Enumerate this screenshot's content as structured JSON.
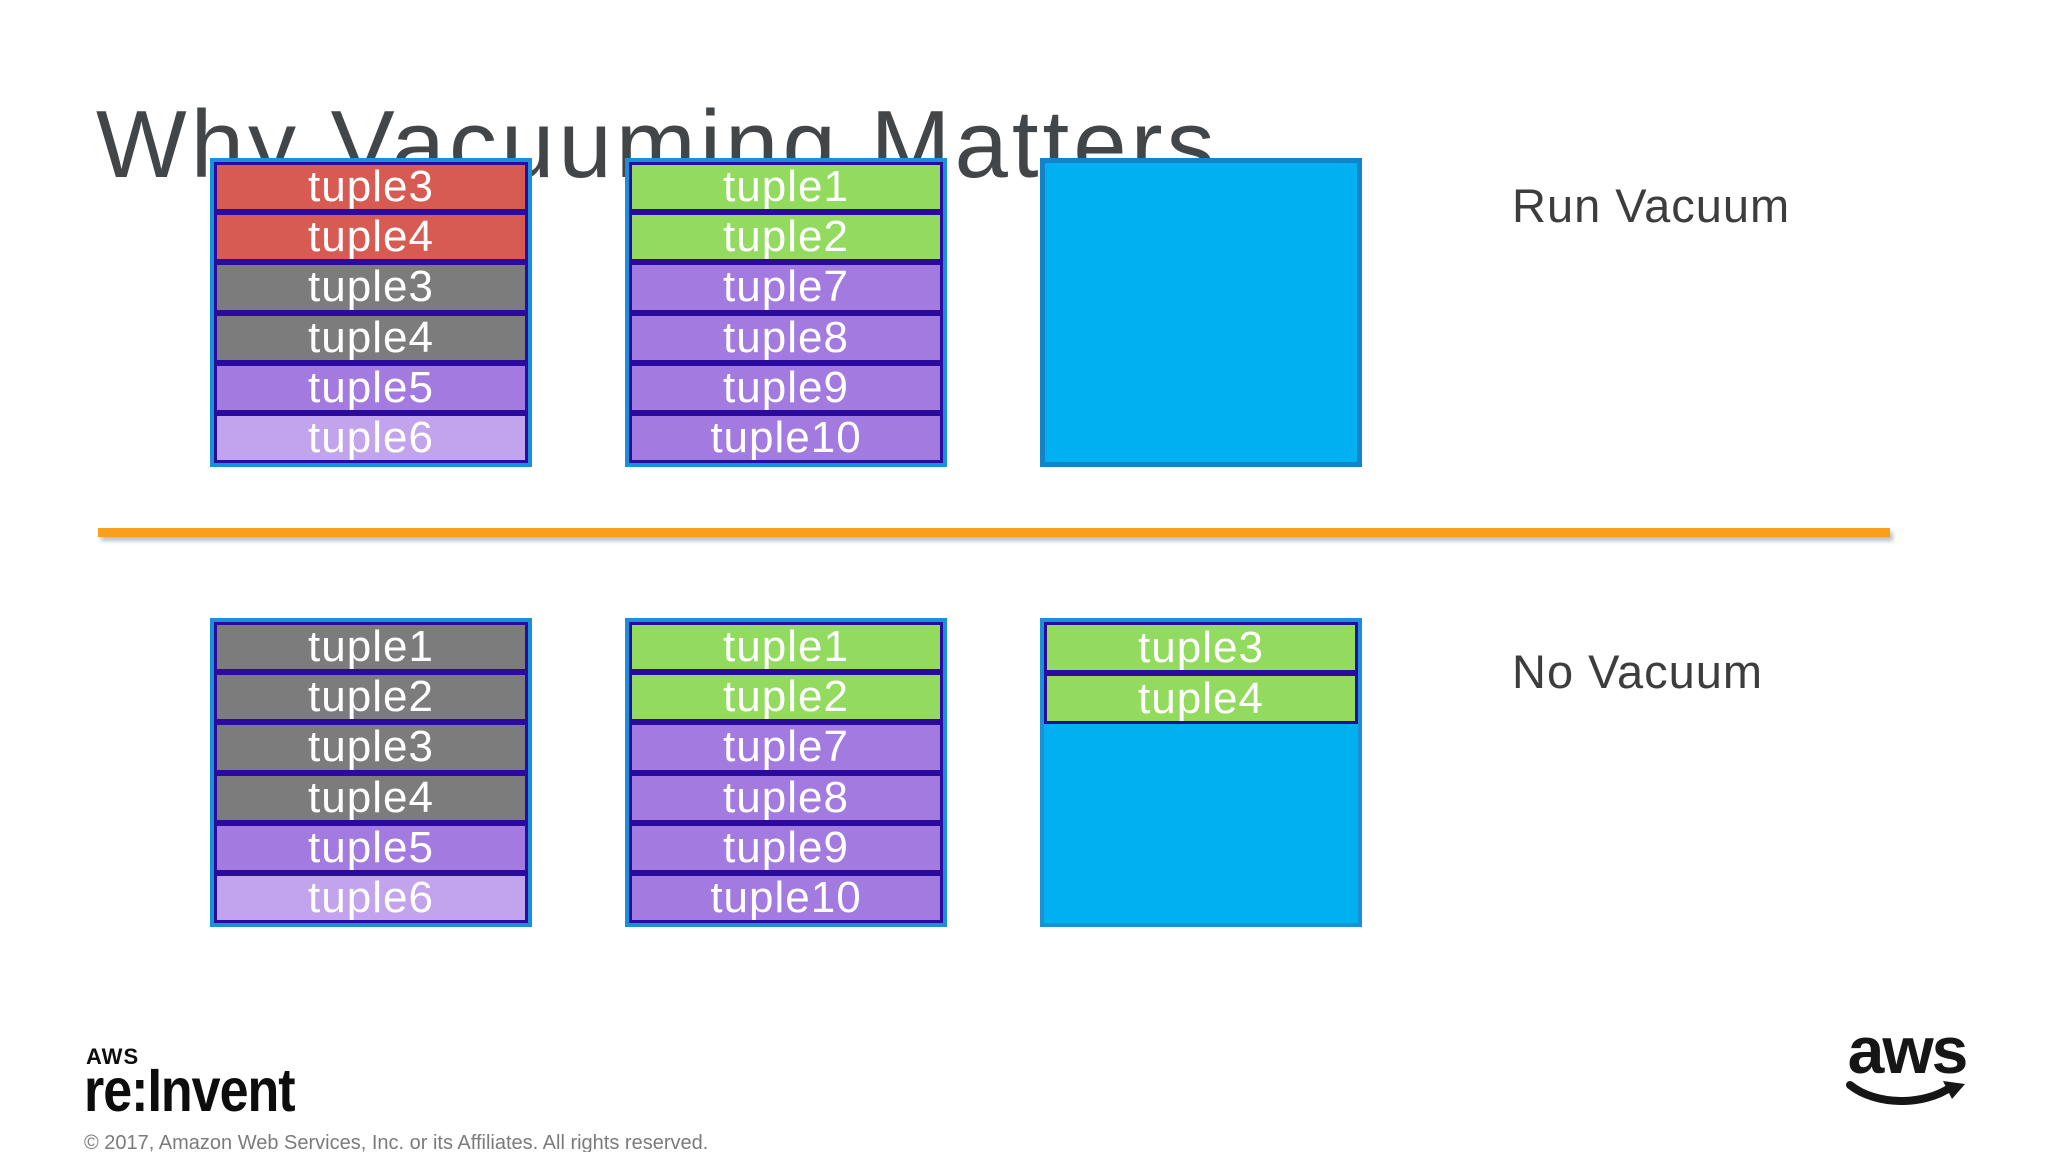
{
  "title": "Why Vacuuming Matters",
  "colors": {
    "red": "#d85b53",
    "gray": "#7c7c7c",
    "purple": "#a37be0",
    "light_purple": "#c2a4ec",
    "green": "#93db5f",
    "cyan": "#00b0f0",
    "row_border": "#2a0b9d",
    "page_border": "#1990d8",
    "divider_orange": "#f8a01b"
  },
  "sections": [
    {
      "label": "Run Vacuum",
      "pages": [
        {
          "rows": [
            {
              "label": "tuple3",
              "color": "red"
            },
            {
              "label": "tuple4",
              "color": "red"
            },
            {
              "label": "tuple3",
              "color": "gray"
            },
            {
              "label": "tuple4",
              "color": "gray"
            },
            {
              "label": "tuple5",
              "color": "purple"
            },
            {
              "label": "tuple6",
              "color": "light_purple"
            }
          ]
        },
        {
          "rows": [
            {
              "label": "tuple1",
              "color": "green"
            },
            {
              "label": "tuple2",
              "color": "green"
            },
            {
              "label": "tuple7",
              "color": "purple"
            },
            {
              "label": "tuple8",
              "color": "purple"
            },
            {
              "label": "tuple9",
              "color": "purple"
            },
            {
              "label": "tuple10",
              "color": "purple"
            }
          ]
        },
        {
          "rows": [],
          "fill": "cyan"
        }
      ]
    },
    {
      "label": "No Vacuum",
      "pages": [
        {
          "rows": [
            {
              "label": "tuple1",
              "color": "gray"
            },
            {
              "label": "tuple2",
              "color": "gray"
            },
            {
              "label": "tuple3",
              "color": "gray"
            },
            {
              "label": "tuple4",
              "color": "gray"
            },
            {
              "label": "tuple5",
              "color": "purple"
            },
            {
              "label": "tuple6",
              "color": "light_purple"
            }
          ]
        },
        {
          "rows": [
            {
              "label": "tuple1",
              "color": "green"
            },
            {
              "label": "tuple2",
              "color": "green"
            },
            {
              "label": "tuple7",
              "color": "purple"
            },
            {
              "label": "tuple8",
              "color": "purple"
            },
            {
              "label": "tuple9",
              "color": "purple"
            },
            {
              "label": "tuple10",
              "color": "purple"
            }
          ]
        },
        {
          "rows": [
            {
              "label": "tuple3",
              "color": "green"
            },
            {
              "label": "tuple4",
              "color": "green"
            }
          ],
          "fill": "cyan"
        }
      ]
    }
  ],
  "footer": {
    "logo_small": "AWS",
    "logo_main": "re:Invent",
    "copyright": "© 2017, Amazon Web Services, Inc. or its Affiliates. All rights reserved.",
    "aws_wordmark": "aws"
  }
}
